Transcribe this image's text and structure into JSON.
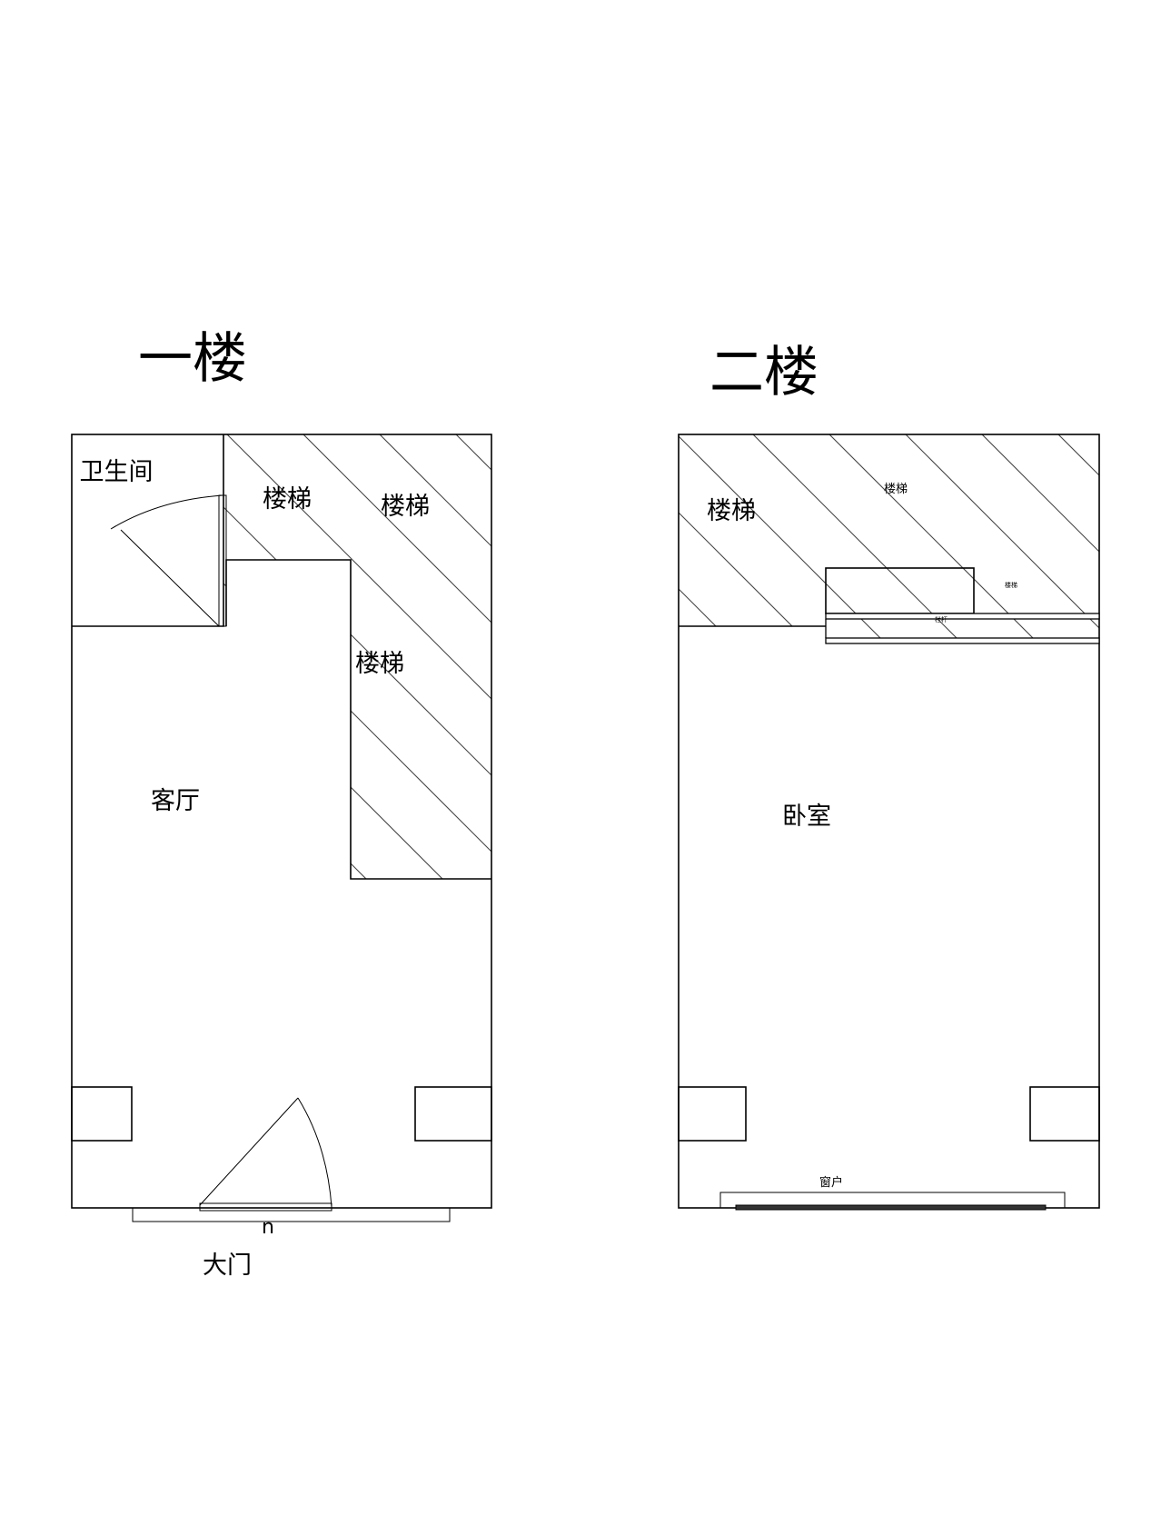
{
  "floor1": {
    "title": "一楼",
    "rooms": {
      "bathroom": "卫生间",
      "stairs_1": "楼梯",
      "stairs_2": "楼梯",
      "stairs_3": "楼梯",
      "living_room": "客厅"
    },
    "door_mark": "n",
    "main_door": "大门"
  },
  "floor2": {
    "title": "二楼",
    "rooms": {
      "stairs_1": "楼梯",
      "stairs_2": "楼梯",
      "stairs_3": "楼梯",
      "railing": "栏杆",
      "bedroom": "卧室"
    },
    "window": "窗户"
  }
}
